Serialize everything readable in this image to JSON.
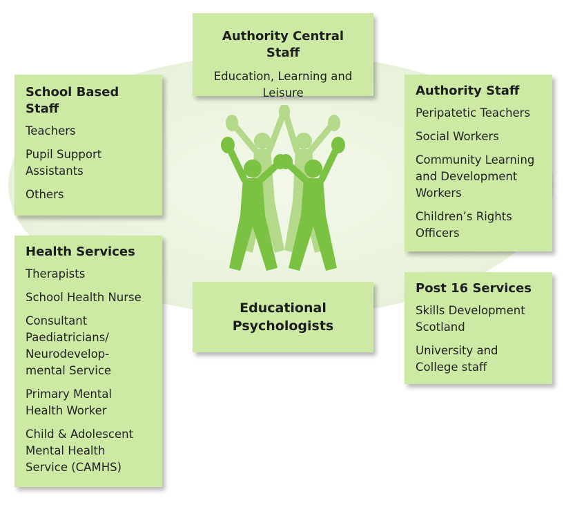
{
  "central": {
    "title": "Authority Central Staff",
    "items": [
      "Education, Learning and Leisure"
    ]
  },
  "school": {
    "title": "School Based Staff",
    "items": [
      "Teachers",
      "Pupil Support Assistants",
      "Others"
    ]
  },
  "authority": {
    "title": "Authority Staff",
    "items": [
      "Peripatetic Teachers",
      "Social Workers",
      "Community Learning and Development Workers",
      "Children’s Rights Officers"
    ]
  },
  "health": {
    "title": "Health Services",
    "items": [
      "Therapists",
      "School Health Nurse",
      "Consultant Paediatricians/ Neurodevelop-mental Service",
      "Primary Mental Health Worker",
      "Child & Adolescent Mental Health Service (CAMHS)"
    ]
  },
  "post16": {
    "title": "Post 16 Services",
    "items": [
      "Skills Development Scotland",
      "University and College staff"
    ]
  },
  "ep": {
    "title": "Educational Psychologists"
  },
  "colors": {
    "box_fill": "#cdeaa5",
    "figure_dark": "#7cc242",
    "figure_light": "#b5d98a"
  },
  "icons": {
    "central_graphic": "people-raising-hands-icon"
  }
}
